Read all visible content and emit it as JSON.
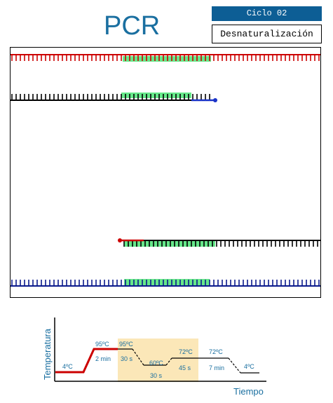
{
  "header": {
    "title": "PCR",
    "cycle_label": "Ciclo 02",
    "phase_label": "Desnaturalización"
  },
  "colors": {
    "title": "#1a6fa0",
    "cycle_bg": "#0d5e95",
    "strand_red": "#cc0000",
    "strand_black": "#000000",
    "strand_blue": "#0b1a8c",
    "primer_green": "#66e88a",
    "primer_blue": "#1a33c8",
    "profile_red": "#cc0000",
    "highlight": "#fbe7b8"
  },
  "graph": {
    "y_axis_label": "Temperatura",
    "x_axis_label": "Tiempo",
    "steps": [
      {
        "temp": "4ºC",
        "time": ""
      },
      {
        "temp": "95ºC",
        "time": "2 min"
      },
      {
        "temp": "95ºC",
        "time": "30 s"
      },
      {
        "temp": "60ºC",
        "time": "30 s"
      },
      {
        "temp": "72ºC",
        "time": "45 s"
      },
      {
        "temp": "72ºC",
        "time": "7 min"
      },
      {
        "temp": "4ºC",
        "time": ""
      }
    ]
  }
}
